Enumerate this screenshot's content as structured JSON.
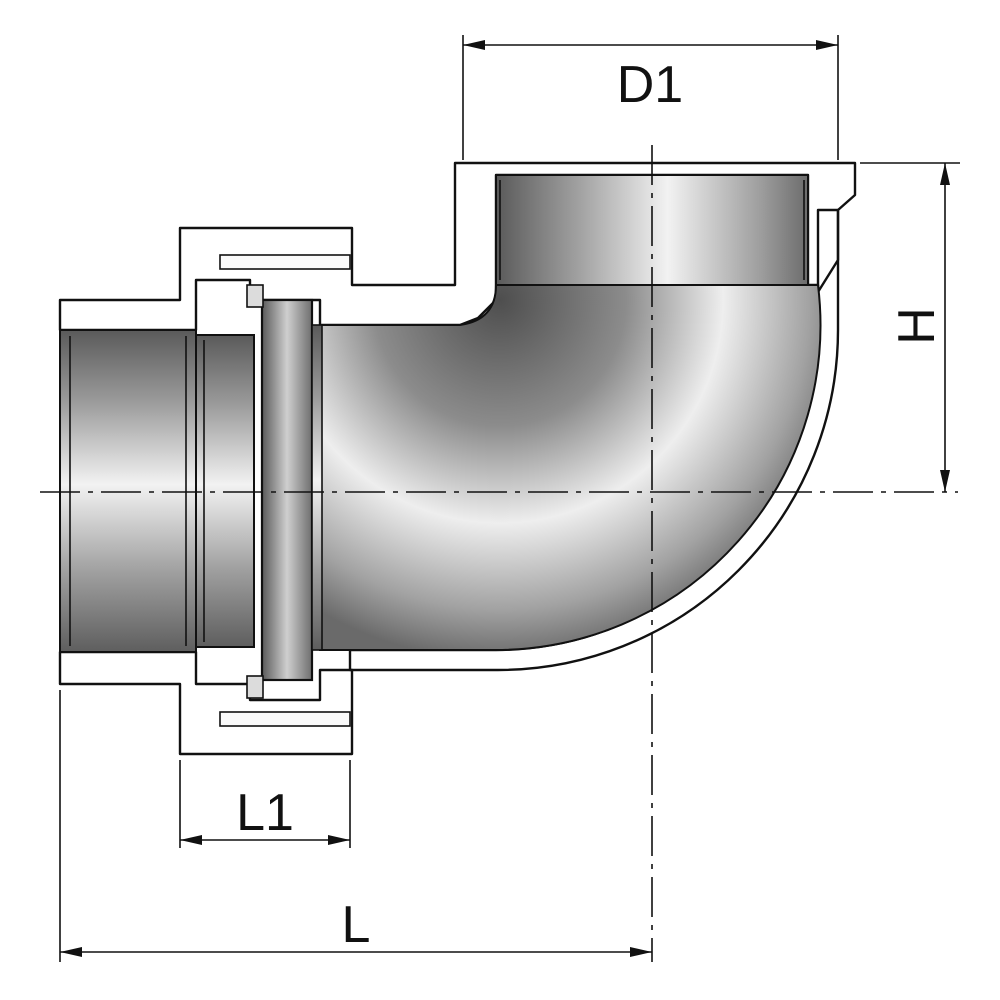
{
  "dimensions": {
    "d1": "D1",
    "h": "H",
    "l1": "L1",
    "l": "L"
  }
}
